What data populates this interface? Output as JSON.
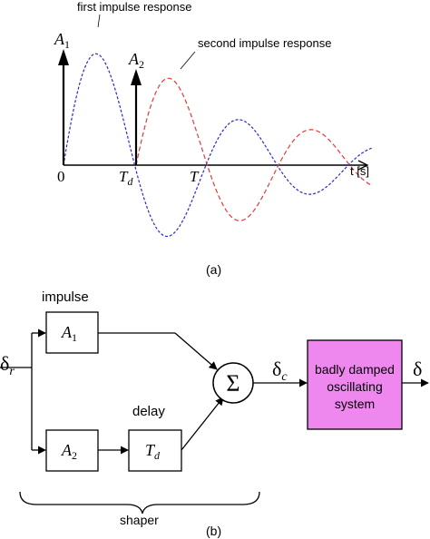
{
  "figure_a": {
    "label_first_response": "first impulse response",
    "label_second_response": "second impulse response",
    "A1_letter": "A",
    "A1_sub": "1",
    "A2_letter": "A",
    "A2_sub": "2",
    "origin": "0",
    "Td_letter": "T",
    "Td_sub": "d",
    "T_label": "T",
    "time_axis": "t [s]",
    "caption": "(a)",
    "colors": {
      "first": "#2a2ad0",
      "second": "#e23a3a",
      "axis": "#000000"
    }
  },
  "figure_b": {
    "input_symbol": "δ",
    "input_sub": "r",
    "impulse_label": "impulse",
    "A1_letter": "A",
    "A1_sub": "1",
    "A2_letter": "A",
    "A2_sub": "2",
    "delay_label": "delay",
    "Td_letter": "T",
    "Td_sub": "d",
    "sum_symbol": "Σ",
    "mid_symbol": "δ",
    "mid_sub": "c",
    "system_lines": [
      "badly damped",
      "oscillating",
      "system"
    ],
    "output_symbol": "δ",
    "shaper_label": "shaper",
    "caption": "(b)",
    "colors": {
      "system_fill": "#ee88ee"
    }
  }
}
